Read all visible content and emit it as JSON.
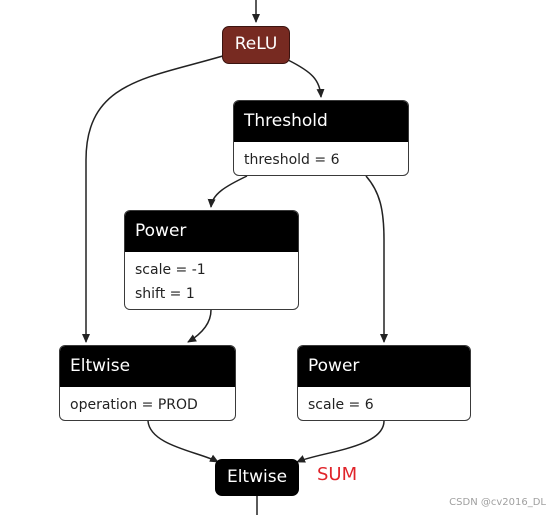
{
  "nodes": {
    "relu": {
      "label": "ReLU"
    },
    "threshold": {
      "label": "Threshold",
      "attrs": [
        "threshold = 6"
      ]
    },
    "power1": {
      "label": "Power",
      "attrs": [
        "scale = -1",
        "shift = 1"
      ]
    },
    "eltwise1": {
      "label": "Eltwise",
      "attrs": [
        "operation = PROD"
      ]
    },
    "power2": {
      "label": "Power",
      "attrs": [
        "scale = 6"
      ]
    },
    "eltwise2": {
      "label": "Eltwise"
    }
  },
  "annotations": {
    "sum": "SUM"
  },
  "watermark": "CSDN @cv2016_DL",
  "colors": {
    "relu_fill": "#772a21",
    "node_header": "#000000",
    "sum_text": "#e0242a",
    "edge": "#222222"
  }
}
